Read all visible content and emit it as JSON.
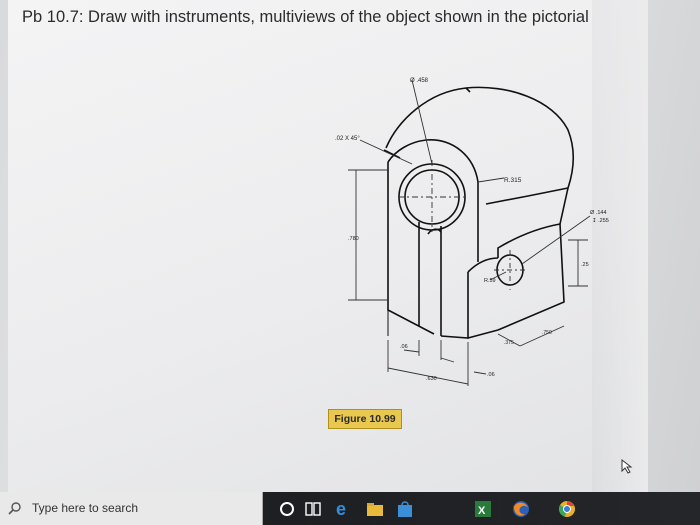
{
  "slide": {
    "title": "Pb 10.7: Draw with instruments, multiviews of the object shown in the pictorial",
    "figure_label": "Figure 10.99"
  },
  "drawing": {
    "dimensions": {
      "hole_diameter": "Ø .458",
      "chamfer": ".02 X 45°",
      "radius_top": "R.315",
      "counterbore_line1": "Ø .144",
      "counterbore_line2": "↧ .255",
      "height": ".780",
      "radius_small": "R.59",
      "side_offset": ".25",
      "slot_width": ".06",
      "base_width": ".630",
      "slot_width_2": ".06",
      "depth_1": ".375",
      "depth_2": ".750"
    }
  },
  "taskbar": {
    "search_placeholder": "Type here to search",
    "icons": [
      "cortana-icon",
      "task-view-icon",
      "edge-icon",
      "file-explorer-icon",
      "store-icon",
      "excel-icon",
      "firefox-icon",
      "chrome-icon"
    ]
  }
}
